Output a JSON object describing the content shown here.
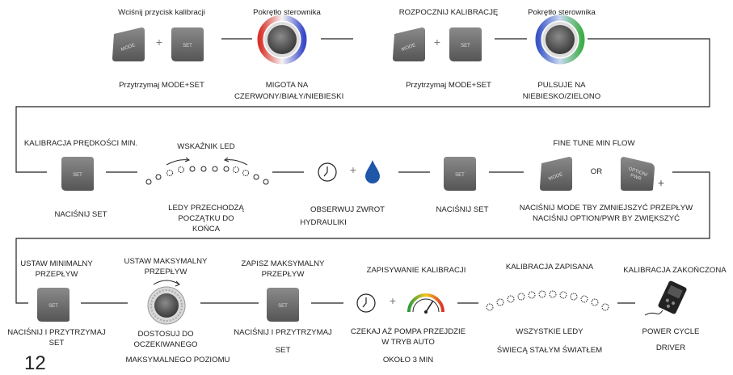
{
  "row1": {
    "step1_title": "Wciśnij przycisk kalibracji",
    "step1_caption": "Przytrzymaj MODE+SET",
    "step2_title": "Pokrętło sterownika",
    "step2_caption_1": "MIGOTA NA",
    "step2_caption_2": "CZERWONY/BIAŁY/NIEBIESKI",
    "step3_title": "ROZPOCZNIJ KALIBRACJĘ",
    "step3_caption": "Przytrzymaj MODE+SET",
    "step4_title": "Pokrętło sterownika",
    "step4_caption_1": "PULSUJE NA",
    "step4_caption_2": "NIEBIESKO/ZIELONO"
  },
  "row2": {
    "step1_title": "KALIBRACJA PRĘDKOŚCI MIN.",
    "step1_caption": "NACIŚNIJ SET",
    "step2_title": "WSKAŹNIK LED",
    "step2_caption_1": "LEDY PRZECHODZĄ",
    "step2_caption_2": "POCZĄTKU DO",
    "step2_caption_3": "KOŃCA",
    "step3_caption_1": "OBSERWUJ ZWROT",
    "step3_caption_2": "HYDRAULIKI",
    "step4_caption": "NACIŚNIJ  SET",
    "step5_title": "FINE TUNE MIN FLOW",
    "step5_or": "OR",
    "step5_caption_1": "NACIŚNIJ MODE TBY ZMNIEJSZYĆ PRZEPŁYW",
    "step5_caption_2": "NACIŚNIJ OPTION/PWR BY ZWIĘKSZYĆ"
  },
  "row3": {
    "step1_title_1": "USTAW MINIMALNY",
    "step1_title_2": "PRZEPŁYW",
    "step1_caption_1": "NACIŚNIJ I PRZYTRZYMAJ",
    "step1_caption_2": "SET",
    "step2_title_1": "USTAW MAKSYMALNY",
    "step2_title_2": "PRZEPŁYW",
    "step2_caption_1": "DOSTOSUJ DO",
    "step2_caption_2": "OCZEKIWANEGO",
    "step2_caption_3": "MAKSYMALNEGO POZIOMU",
    "step3_title_1": "ZAPISZ MAKSYMALNY",
    "step3_title_2": "PRZEPŁYW",
    "step3_caption_1": "NACIŚNIJ I PRZYTRZYMAJ",
    "step3_caption_2": "SET",
    "step4_title": "ZAPISYWANIE KALIBRACJI",
    "step4_caption_1": "CZEKAJ AŻ POMPA PRZEJDZIE",
    "step4_caption_2": "W TRYB AUTO",
    "step4_caption_3": "OKOŁO 3 MIN",
    "step5_title": "KALIBRACJA ZAPISANA",
    "step5_caption_1": "WSZYSTKIE LEDY",
    "step5_caption_2": "ŚWIECĄ STAŁYM ŚWIATŁEM",
    "step6_title": "KALIBRACJA ZAKOŃCZONA",
    "step6_caption_1": "POWER CYCLE",
    "step6_caption_2": "DRIVER"
  },
  "buttons": {
    "mode": "MODE",
    "set": "SET",
    "option_1": "OPTION/",
    "option_2": "PWR"
  },
  "symbols": {
    "plus": "+"
  },
  "page_number": "12",
  "colors": {
    "button_fill": "#6d6d6d",
    "line": "#222222",
    "water_drop": "#1f57a8",
    "knob_red": "#d9342b",
    "knob_blue": "#3949c9",
    "knob_green": "#3fae49"
  }
}
